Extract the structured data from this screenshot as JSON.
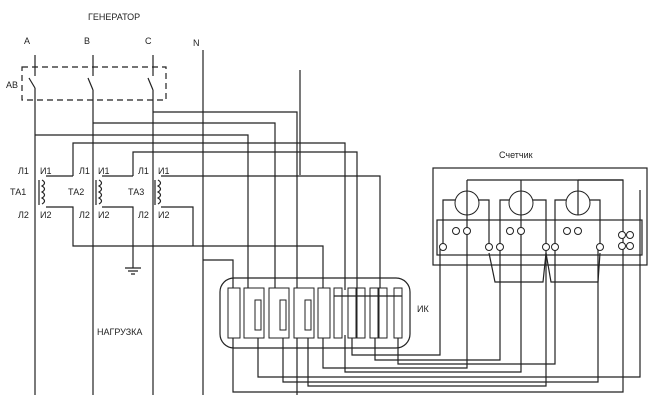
{
  "title": "ГЕНЕРАТОР",
  "phases": [
    "A",
    "B",
    "C",
    "N"
  ],
  "breaker_label": "АВ",
  "transformers": [
    {
      "name": "ТА1",
      "l1": "Л1",
      "i1": "И1",
      "l2": "Л2",
      "i2": "И2"
    },
    {
      "name": "ТА2",
      "l1": "Л1",
      "i1": "И1",
      "l2": "Л2",
      "i2": "И2"
    },
    {
      "name": "ТА3",
      "l1": "Л1",
      "i1": "И1",
      "l2": "Л2",
      "i2": "И2"
    }
  ],
  "load_label": "НАГРУЗКА",
  "terminal_block_label": "ИК",
  "meter_label": "Счетчик",
  "colors": {
    "line": "#222222",
    "background": "#ffffff"
  }
}
